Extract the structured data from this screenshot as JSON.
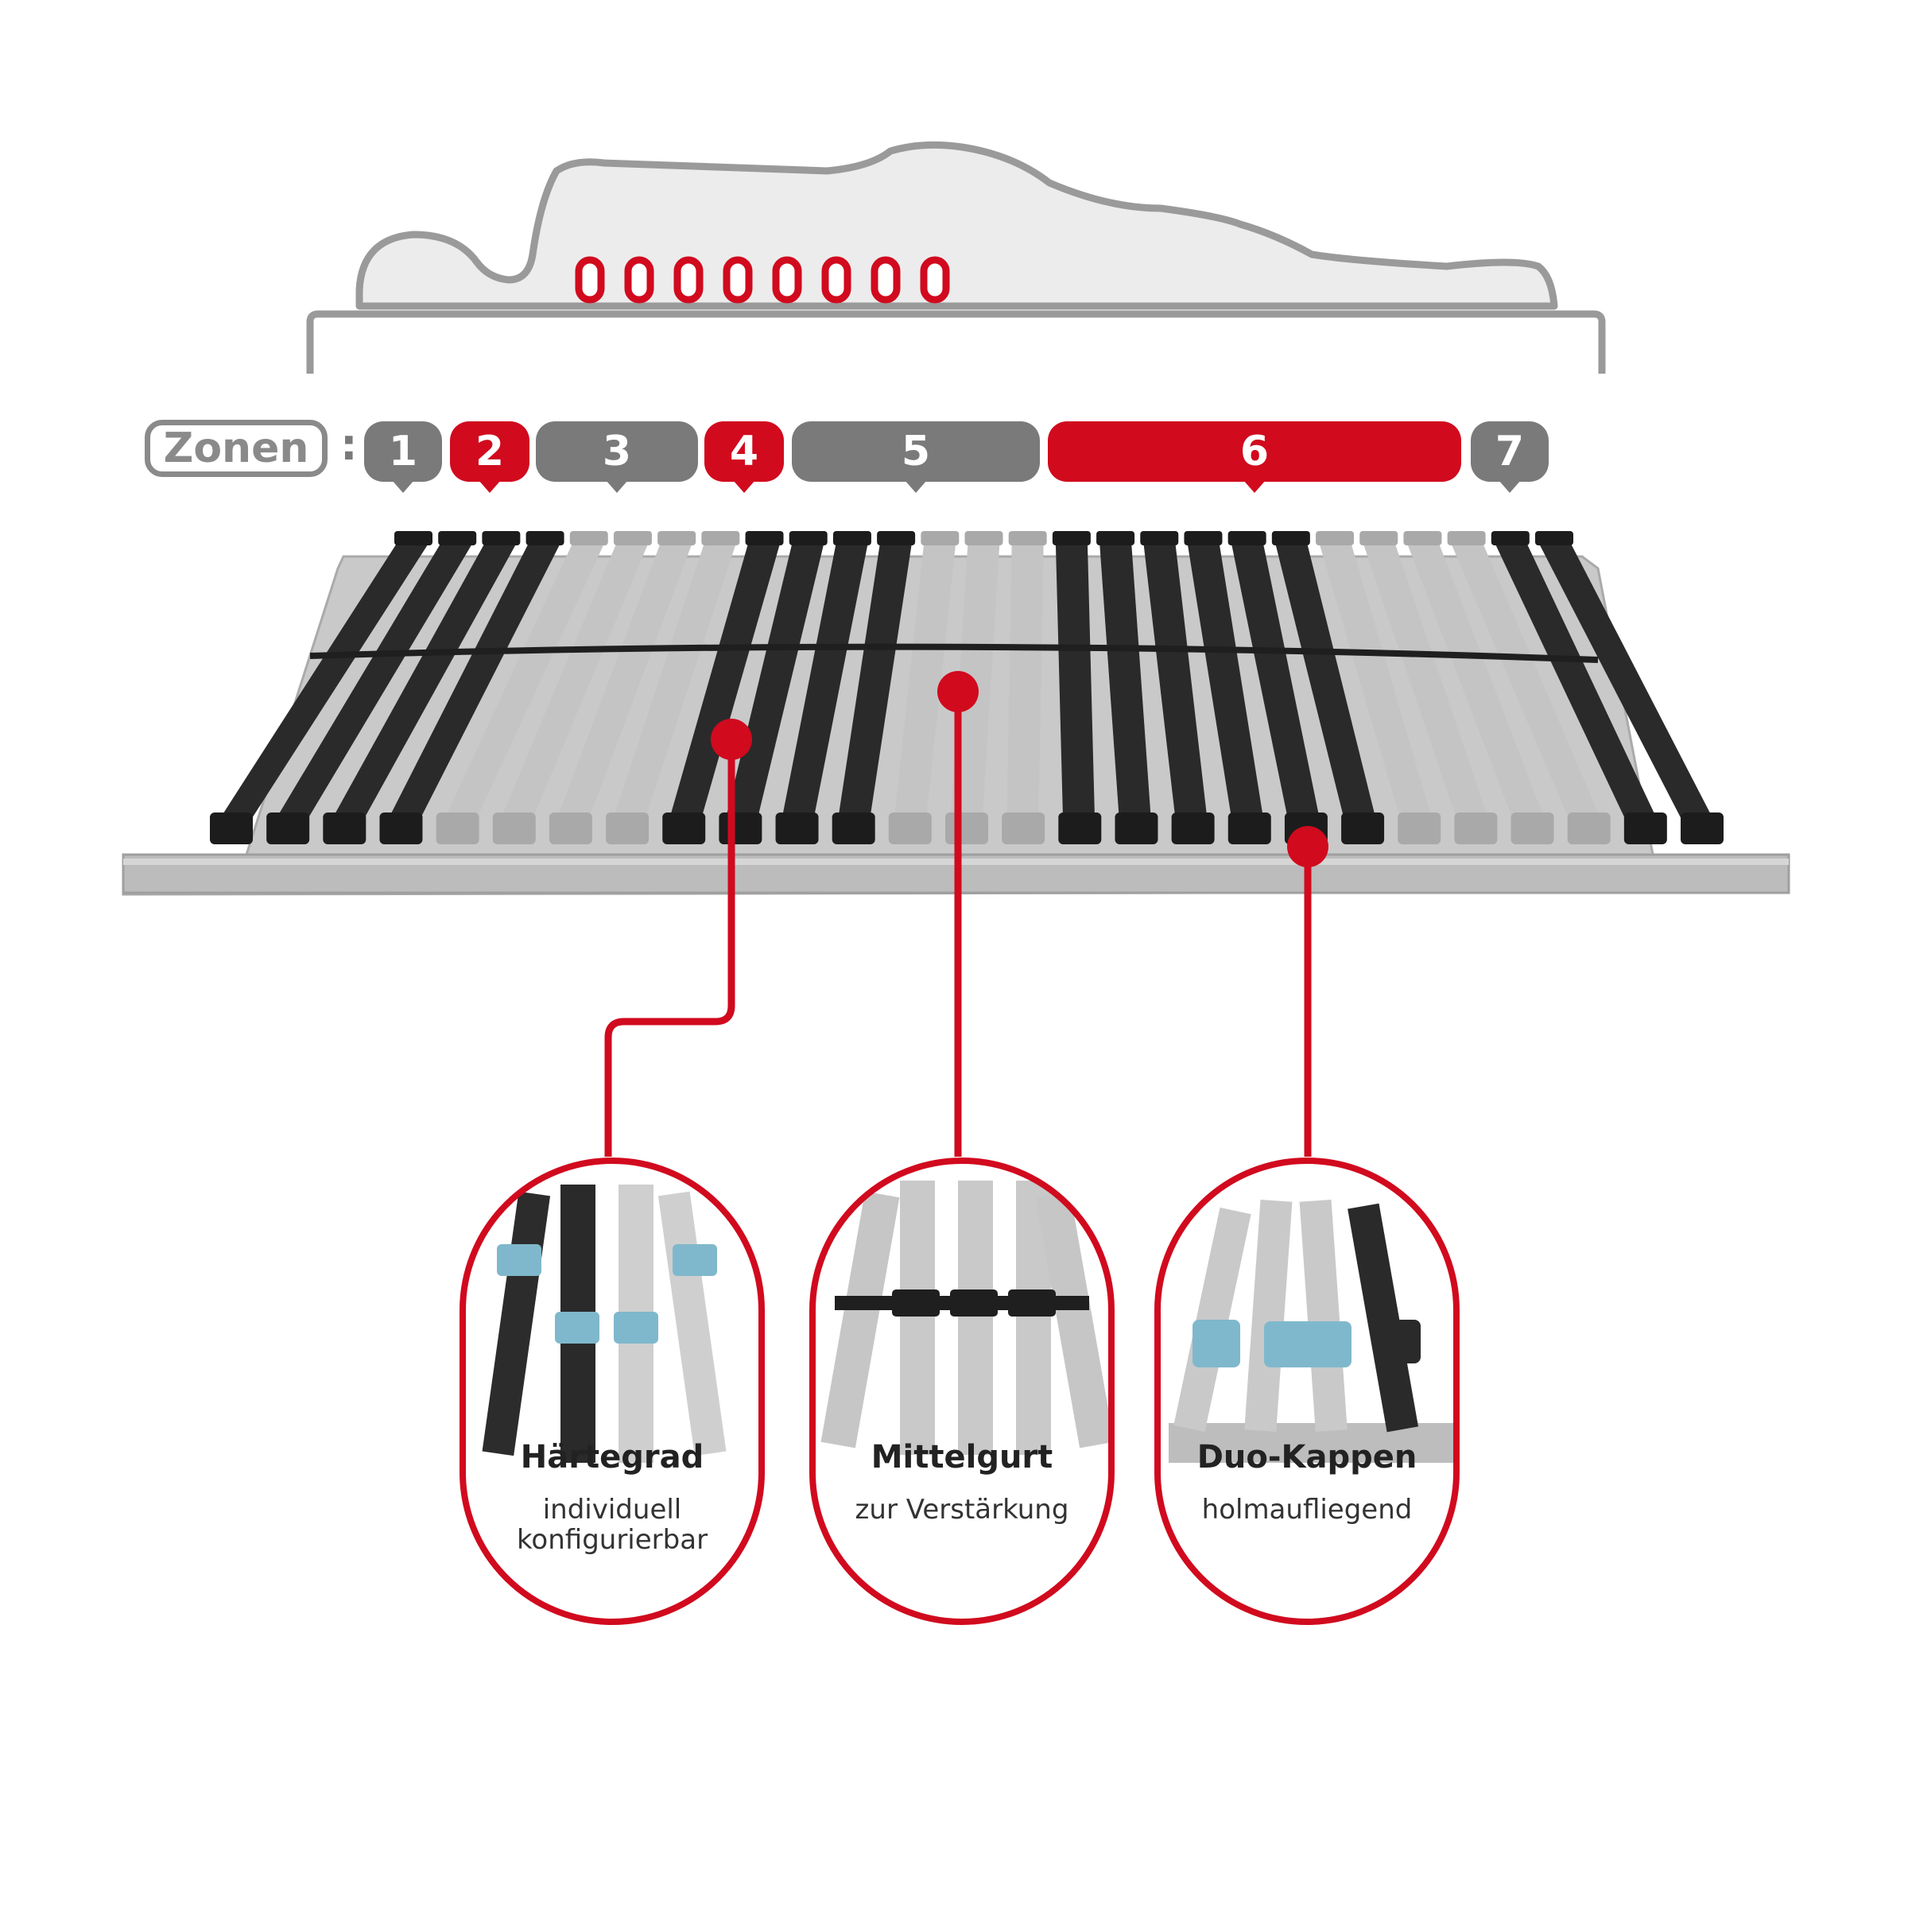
{
  "colors": {
    "accent": "#d10a1e",
    "zone_grey": "#7a7a7a",
    "outline_grey": "#9a9a9a",
    "mattress_fill": "#ececec",
    "slat_dark": "#2a2a2a",
    "slat_light": "#c4c4c4",
    "cap_blue": "#7fb8cc",
    "frame_grey": "#bdbdbd"
  },
  "zones": {
    "title": "Zonen",
    "separator": ":",
    "items": [
      {
        "label": "1",
        "color": "grey"
      },
      {
        "label": "2",
        "color": "red"
      },
      {
        "label": "3",
        "color": "grey"
      },
      {
        "label": "4",
        "color": "red"
      },
      {
        "label": "5",
        "color": "grey"
      },
      {
        "label": "6",
        "color": "red"
      },
      {
        "label": "7",
        "color": "grey"
      }
    ]
  },
  "features": [
    {
      "title": "Härtegrad",
      "description": "individuell\nkonfigurierbar",
      "icon": "hardness-detail-image"
    },
    {
      "title": "Mittelgurt",
      "description": "zur Verstärkung",
      "icon": "middle-belt-detail-image"
    },
    {
      "title": "Duo-Kappen",
      "description": "holmaufliegend",
      "icon": "duo-caps-detail-image"
    }
  ]
}
